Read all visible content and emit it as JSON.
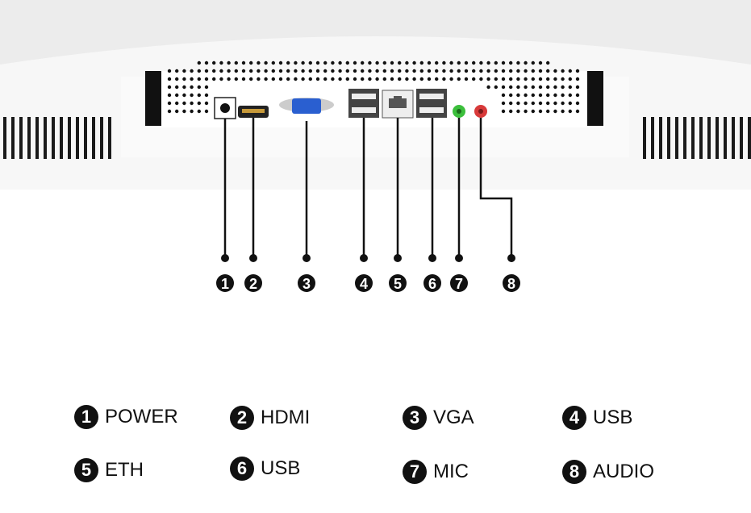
{
  "colors": {
    "mic": "#3cbf3c",
    "audio": "#d83a3a",
    "vga": "#2a5fd0",
    "hdmi_pin": "#c79a3a",
    "vent": "#111111",
    "housing": "#f2f2f2"
  },
  "callouts": [
    "1",
    "2",
    "3",
    "4",
    "5",
    "6",
    "7",
    "8"
  ],
  "legend": [
    {
      "num": "1",
      "label": "POWER"
    },
    {
      "num": "2",
      "label": "HDMI"
    },
    {
      "num": "3",
      "label": "VGA"
    },
    {
      "num": "4",
      "label": "USB"
    },
    {
      "num": "5",
      "label": "ETH"
    },
    {
      "num": "6",
      "label": "USB"
    },
    {
      "num": "7",
      "label": "MIC"
    },
    {
      "num": "8",
      "label": "AUDIO"
    }
  ]
}
